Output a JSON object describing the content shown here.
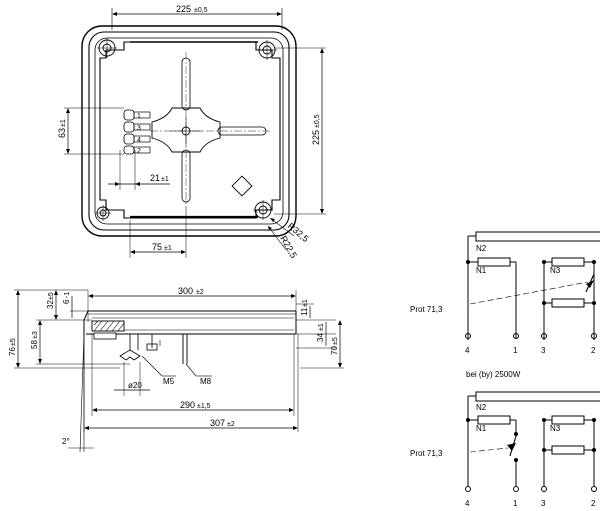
{
  "top_view": {
    "dim_width": "225",
    "dim_width_tol": "±0,5",
    "dim_height": "225",
    "dim_height_tol": "±0,5",
    "dim_63": "63",
    "dim_63_tol": "±1",
    "dim_21": "21",
    "dim_21_tol": "±1",
    "dim_75": "75",
    "dim_75_tol": "±1",
    "radius_outer": "R32,5",
    "radius_inner": "R22,5",
    "terminal_labels": [
      "1",
      "3",
      "4",
      "2"
    ]
  },
  "side_view": {
    "dim_300": "300",
    "dim_300_tol": "±2",
    "dim_290": "290",
    "dim_290_tol": "±1,5",
    "dim_307": "307",
    "dim_307_tol": "±2",
    "dim_32": "32",
    "dim_32_tol": "±5",
    "dim_6": "6",
    "dim_6_tol": "-1",
    "dim_58": "58",
    "dim_58_tol": "±3",
    "dim_76": "76",
    "dim_76_tol": "±5",
    "dim_11": "11",
    "dim_11_tol": "±1",
    "dim_34": "34",
    "dim_34_tol": "±1",
    "dim_70": "70",
    "dim_70_tol": "±5",
    "dim_20": "20",
    "label_m5": "M5",
    "label_m8": "M8",
    "angle": "2°"
  },
  "schematic_top": {
    "label_n1": "N1",
    "label_n2": "N2",
    "label_n3": "N3",
    "prot_label": "Prot 71,3",
    "terminals": [
      "4",
      "1",
      "3",
      "2"
    ]
  },
  "schematic_bottom": {
    "caption": "bei (by) 2500W",
    "label_n1": "N1",
    "label_n2": "N2",
    "label_n3": "N3",
    "prot_label": "Prot 71,3",
    "terminals": [
      "4",
      "1",
      "3",
      "2"
    ]
  }
}
